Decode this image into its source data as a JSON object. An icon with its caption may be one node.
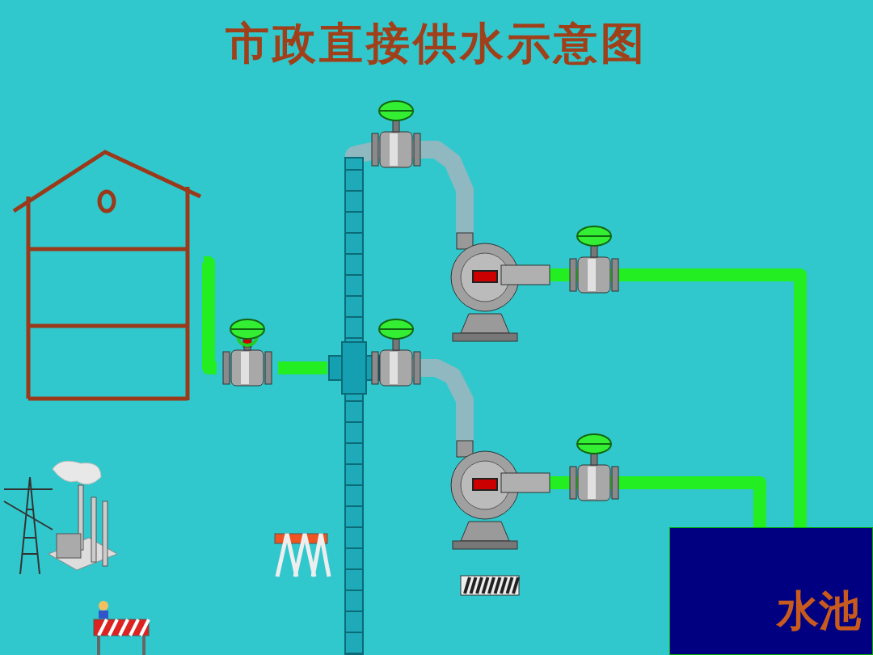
{
  "diagram": {
    "title": "市政直接供水示意图",
    "nodes": [
      {
        "text": [],
        "shape": "picture"
      },
      {
        "text": [],
        "shape": "picture"
      },
      {
        "text": [],
        "shape": "bar"
      },
      {
        "text": [],
        "shape": "picture"
      },
      {
        "text": [],
        "shape": "picture"
      },
      {
        "text": [
          "水池"
        ]
      }
    ],
    "edges": [
      {
        "from": 1,
        "to": 0,
        "arrow": "none"
      },
      {
        "from": 2,
        "to": 1,
        "arrow": "none"
      },
      {
        "from": 3,
        "to": 2,
        "arrow": "none",
        "color": "#8fb8c0"
      },
      {
        "from": 4,
        "to": 2,
        "arrow": "none",
        "color": "#8fb8c0"
      },
      {
        "from": 5,
        "to": 3,
        "arrow": "none"
      },
      {
        "from": 5,
        "to": 4,
        "arrow": "none"
      }
    ]
  }
}
